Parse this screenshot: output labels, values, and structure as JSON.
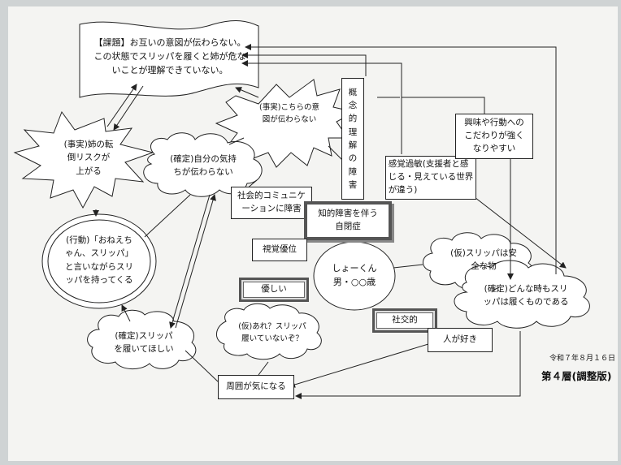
{
  "nodes": {
    "kadai": "【課題】お互いの意図が伝わらない。\nこの状態でスリッパを履くと姉が危な\nいことが理解できていない。",
    "jijitsu_ane": "(事実)姉の転\n倒リスクが\n上がる",
    "jijitsu_ito": "(事実)こちらの意\n図が伝わらない",
    "gainen": "概\n念\n的\n理\n解\nの\n障\n害",
    "kimochi": "(確定)自分の気持\nちが伝わらない",
    "shakai": "社会的コミュニケ\nーションに障害",
    "chiteki": "知的障害を伴う\n自閉症",
    "kankaku": "感覚過敏(支援者と感\nじる・見えている世界\nが違う)",
    "kyomi": "興味や行動への\nこだわりが強く\nなりやすい",
    "shikaku": "視覚優位",
    "koudou": "(行動)「おねえち\nゃん、スリッパ」\nと言いながらスリ\nッパを持ってくる",
    "center": "しょーくん\n男・○○歳",
    "yasashii": "優しい",
    "shakouteki": "社交的",
    "hito": "人が好き",
    "kari_anzen": "(仮)スリッパは安\n全な物",
    "kakutei_haku": "(確定)どんな時もスリ\nッパは履くものである",
    "are": "(仮)あれ？スリッパ\n履いていないぞ？",
    "haite": "(確定)スリッパ\nを履いてほしい",
    "shuui": "周囲が気になる"
  },
  "date": "令和７年８月１６日",
  "layer_title": "第４層(調整版)"
}
